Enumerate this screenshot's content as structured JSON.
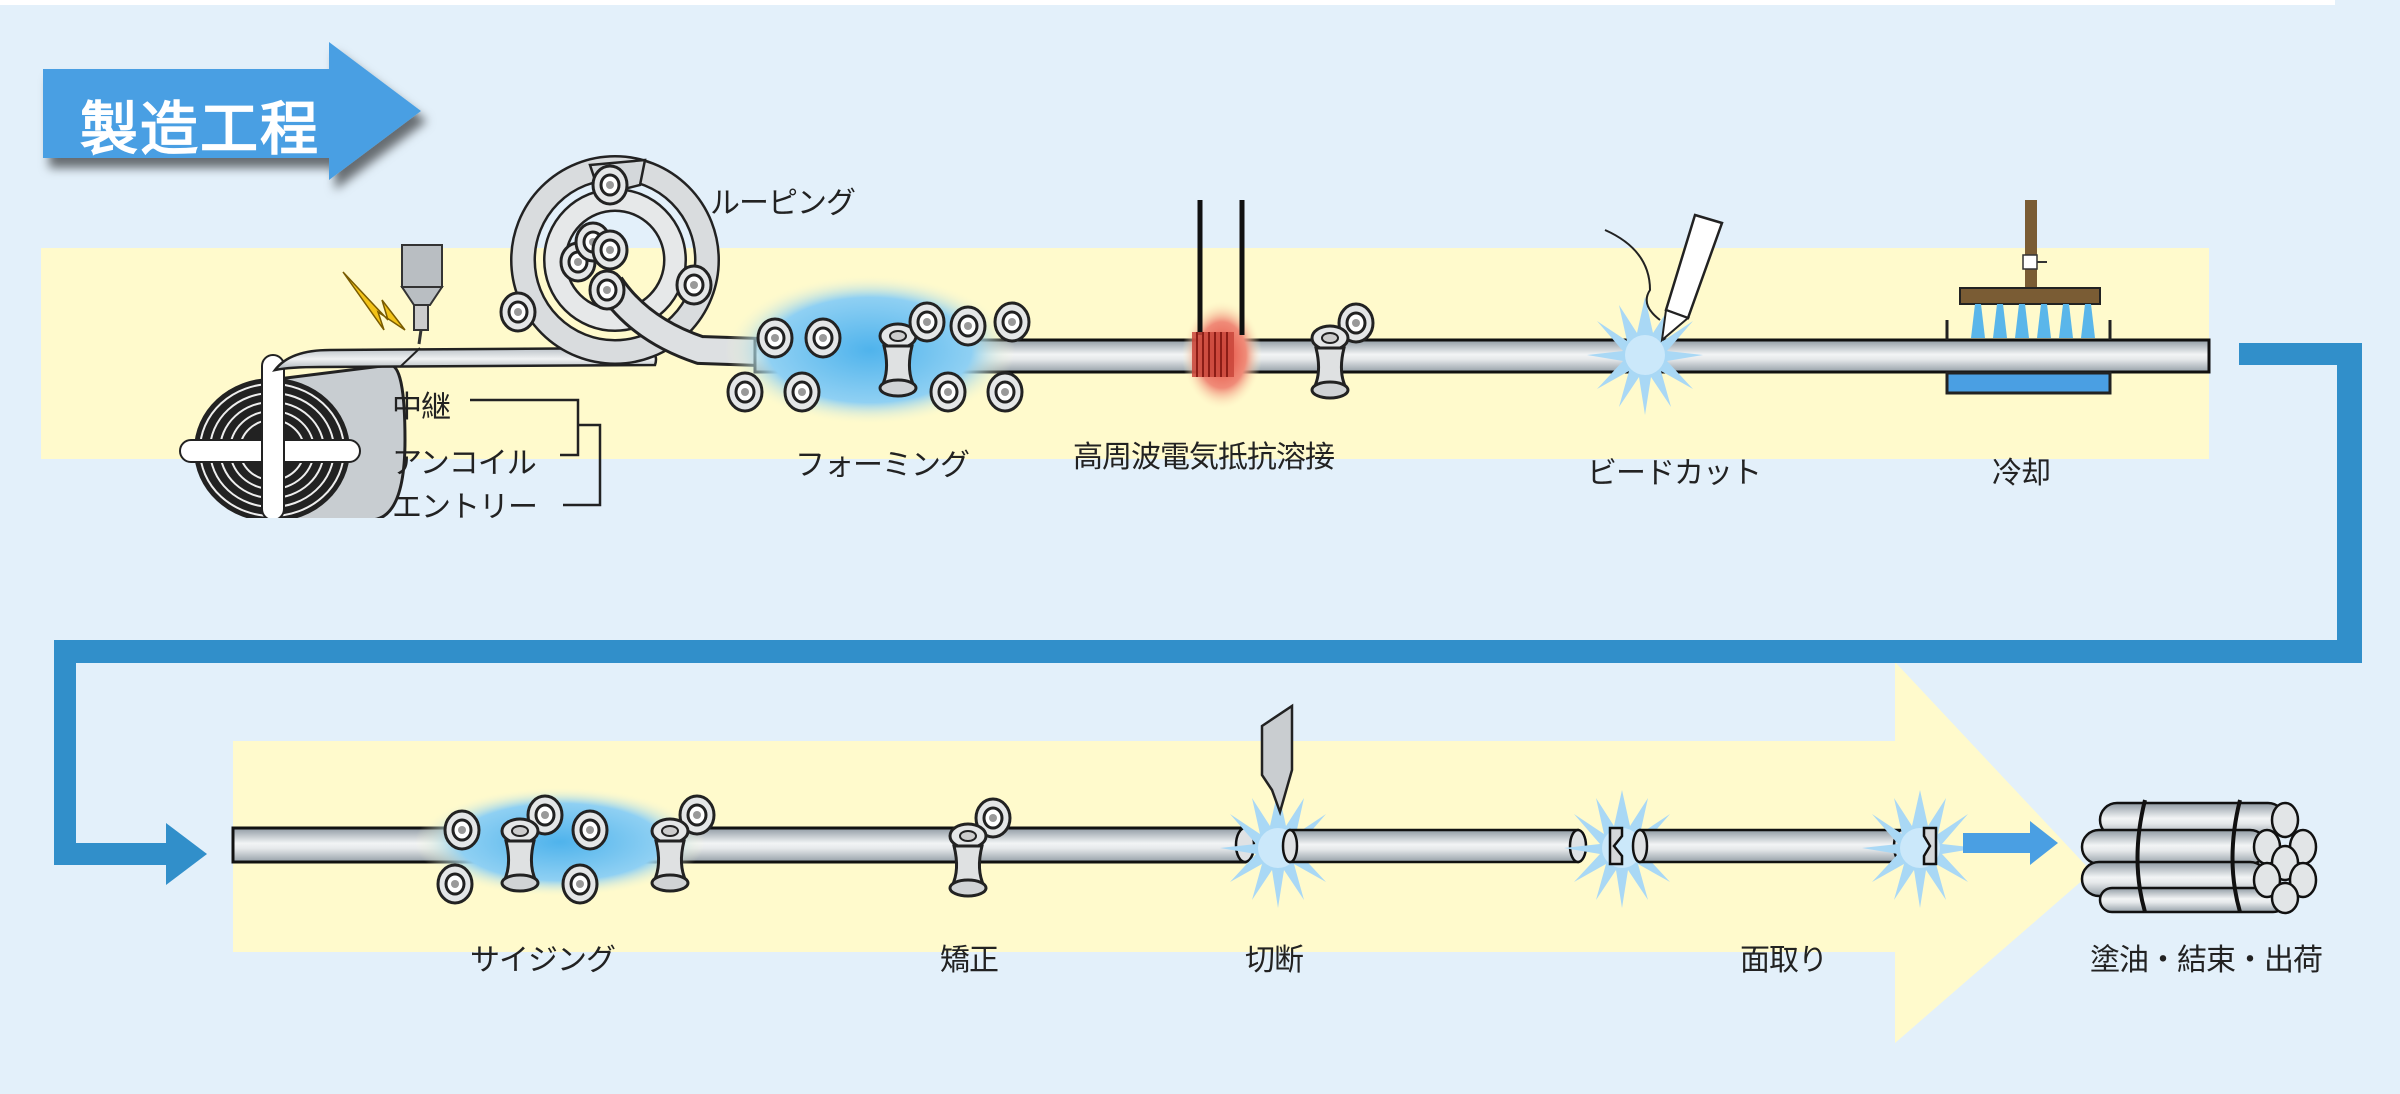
{
  "title": "製造工程",
  "colors": {
    "background": "#e3f0fa",
    "band": "#fffacc",
    "connector": "#318fca",
    "title_arrow": "#4a9fe3",
    "spark": "#a9d8f5",
    "heat": "#d9332b",
    "cooling_water": "#4a9fe3",
    "cooling_frame": "#7a5c34",
    "text": "#222222"
  },
  "stages_top": [
    {
      "id": "entry",
      "labels": [
        "中継",
        "アンコイル",
        "エントリー"
      ]
    },
    {
      "id": "looping",
      "label": "ルーピング"
    },
    {
      "id": "forming",
      "label": "フォーミング"
    },
    {
      "id": "welding",
      "label": "高周波電気抵抗溶接"
    },
    {
      "id": "bead-cut",
      "label": "ビードカット"
    },
    {
      "id": "cooling",
      "label": "冷却"
    }
  ],
  "stages_bottom": [
    {
      "id": "sizing",
      "label": "サイジング"
    },
    {
      "id": "straightening",
      "label": "矯正"
    },
    {
      "id": "cutting",
      "label": "切断"
    },
    {
      "id": "chamfering",
      "label": "面取り"
    },
    {
      "id": "shipping",
      "label": "塗油・結束・出荷"
    }
  ]
}
